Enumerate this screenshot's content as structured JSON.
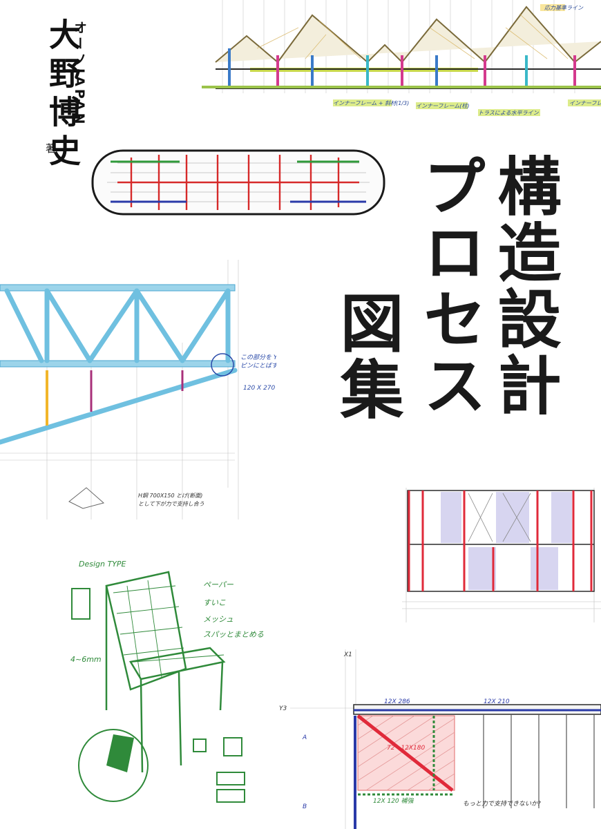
{
  "book": {
    "title_lines": [
      "構造設計",
      "プロセス",
      "図集"
    ],
    "author": "大野博史",
    "author_org": "オーノJAPAN",
    "author_role": "著"
  },
  "sketch_notes": {
    "roof_top_label": "応力基準ライン",
    "roof_label_1": "インナーフレーム + 斜材(1/3)",
    "roof_label_2": "インナーフレーム(柱)",
    "roof_label_3": "トラスによる水平ライン",
    "roof_label_4": "インナーフレーム",
    "truss_note_1": "この部分を Y",
    "truss_note_2": "ピンにとばす",
    "truss_note_3": "120 X 270",
    "truss_note_4": "H鋼 700X150 とげ(断面)",
    "truss_note_5": "として下が力で支持し合う",
    "chair_header": "Design TYPE",
    "chair_note_1": "ペーパー",
    "chair_note_2": "すいこ",
    "chair_note_3": "メッシュ",
    "chair_note_4": "スパッとまとめる",
    "chair_note_5": "4~6mm",
    "frame_note_1": "12X 286",
    "frame_note_2": "12X 210",
    "frame_note_3": "12X 120 補強",
    "frame_note_4": "72 - 12X180",
    "frame_note_5": "もっと力で支持できないか?",
    "frame_grid_top": "X1",
    "frame_grid_left": "Y3",
    "frame_mark_a": "A",
    "frame_mark_b": "B"
  }
}
